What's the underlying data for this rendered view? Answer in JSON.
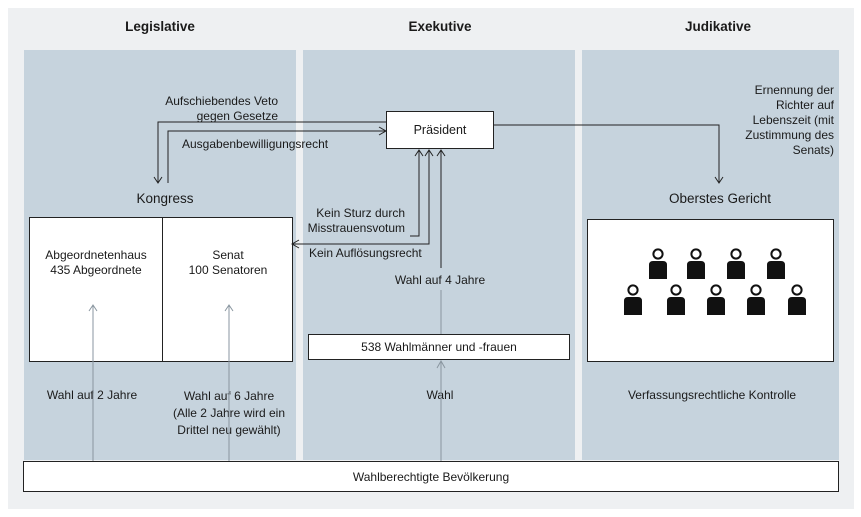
{
  "headers": {
    "legislative": "Legislative",
    "executive": "Exekutive",
    "judicial": "Judikative"
  },
  "legislative": {
    "veto_line1": "Aufschiebendes Veto",
    "veto_line2": "gegen Gesetze",
    "budget_right": "Ausgabenbewilligungsrecht",
    "congress_label": "Kongress",
    "house_line1": "Abgeordnetenhaus",
    "house_line2": "435 Abgeordnete",
    "senate_line1": "Senat",
    "senate_line2": "100 Senatoren",
    "house_election": "Wahl auf 2 Jahre",
    "senate_election_line1": "Wahl auf 6 Jahre",
    "senate_election_line2": "(Alle 2 Jahre wird ein",
    "senate_election_line3": "Drittel neu gewählt)"
  },
  "executive": {
    "president": "Präsident",
    "no_overthrow_line1": "Kein Sturz durch",
    "no_overthrow_line2": "Misstrauensvotum",
    "no_dissolution": "Kein Auflösungsrecht",
    "term": "Wahl auf 4 Jahre",
    "electors": "538 Wahlmänner und -frauen",
    "election": "Wahl"
  },
  "judicial": {
    "appointment_line1": "Ernennung der",
    "appointment_line2": "Richter auf",
    "appointment_line3": "Lebenszeit (mit",
    "appointment_line4": "Zustimmung des",
    "appointment_line5": "Senats)",
    "court": "Oberstes Gericht",
    "judges_count": 9,
    "control": "Verfassungsrechtliche Kontrolle"
  },
  "electorate": "Wahlberechtigte Bevölkerung",
  "colors": {
    "background": "#eef0f2",
    "panel": "#c6d3dd",
    "box": "#ffffff",
    "line": "#222222",
    "arrow_gray": "#8a96a0",
    "judge": "#111111"
  }
}
